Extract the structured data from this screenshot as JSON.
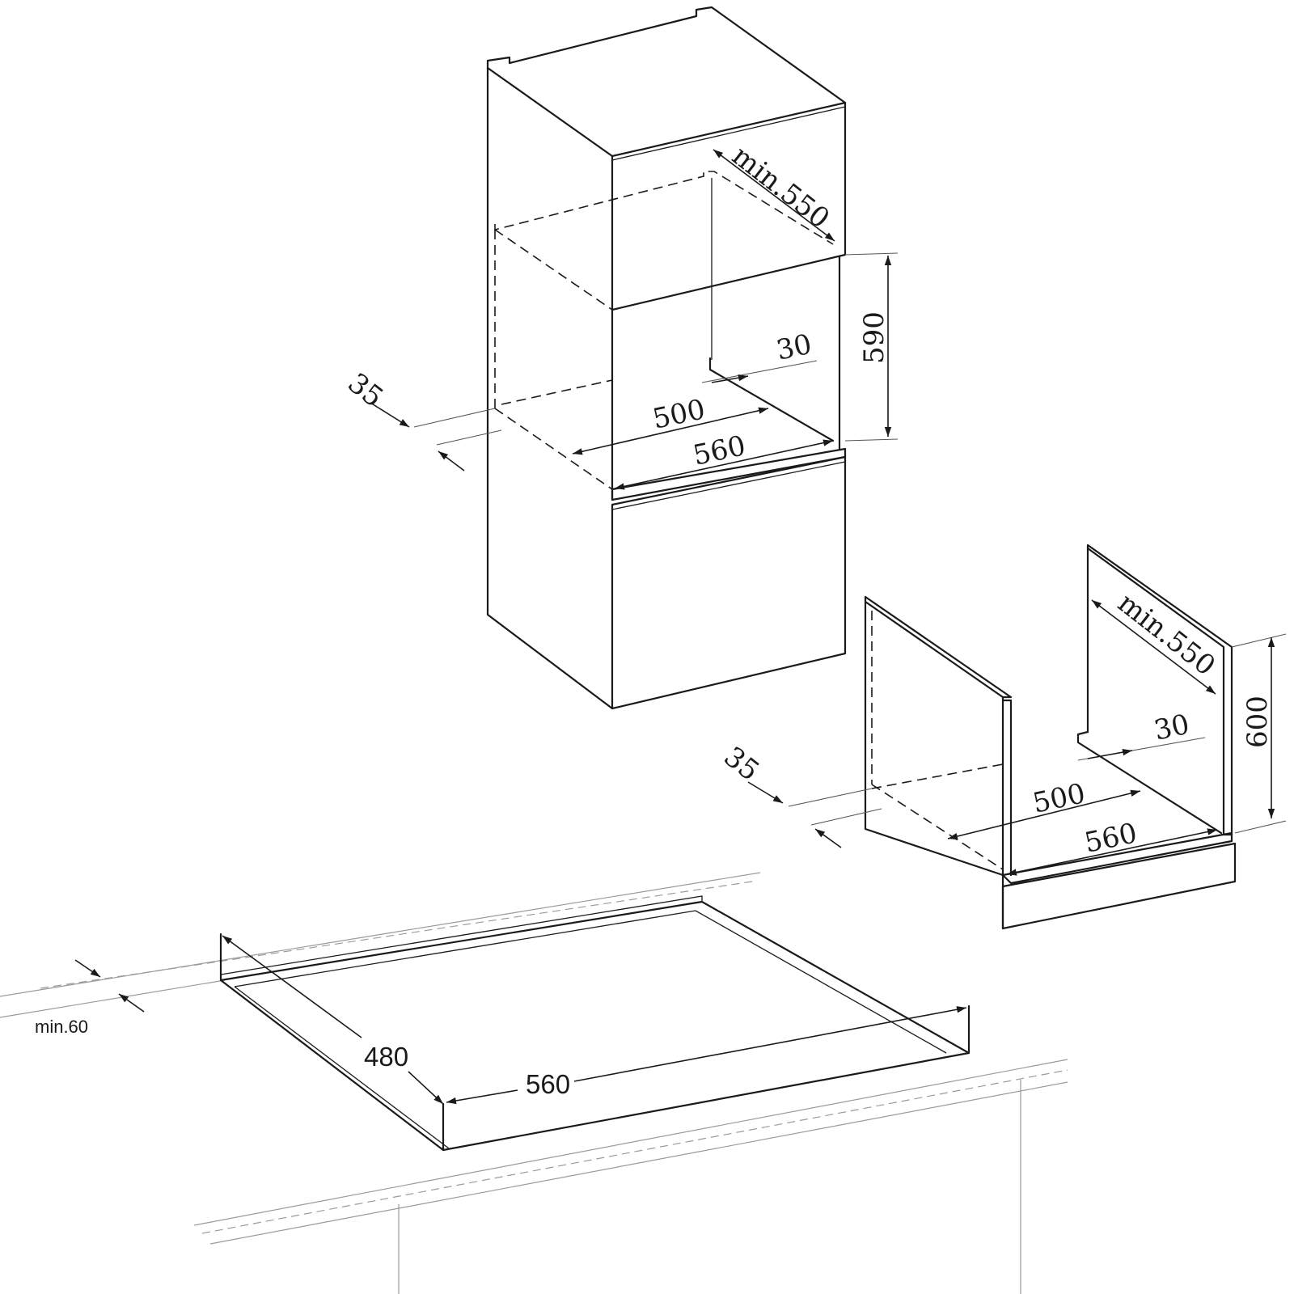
{
  "column_install": {
    "depth_label": "min.550",
    "height_label": "590",
    "gap_label": "30",
    "inner_width_label": "500",
    "outer_width_label": "560",
    "offset_label": "35"
  },
  "undercounter_install": {
    "depth_label": "min.550",
    "height_label": "600",
    "gap_label": "30",
    "inner_width_label": "500",
    "outer_width_label": "560",
    "offset_label": "35"
  },
  "hob_cutout": {
    "depth_label": "480",
    "width_label": "560",
    "min_distance_label": "min.60"
  }
}
